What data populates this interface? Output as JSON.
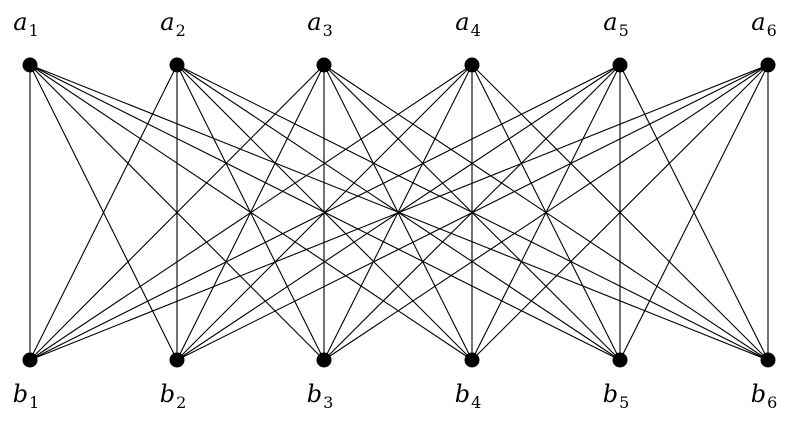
{
  "graph": {
    "top_nodes": [
      {
        "letter": "a",
        "index": "1"
      },
      {
        "letter": "a",
        "index": "2"
      },
      {
        "letter": "a",
        "index": "3"
      },
      {
        "letter": "a",
        "index": "4"
      },
      {
        "letter": "a",
        "index": "5"
      },
      {
        "letter": "a",
        "index": "6"
      }
    ],
    "bottom_nodes": [
      {
        "letter": "b",
        "index": "1"
      },
      {
        "letter": "b",
        "index": "2"
      },
      {
        "letter": "b",
        "index": "3"
      },
      {
        "letter": "b",
        "index": "4"
      },
      {
        "letter": "b",
        "index": "5"
      },
      {
        "letter": "b",
        "index": "6"
      }
    ],
    "edges": "complete-bipartite",
    "colors": {
      "node": "#000000",
      "edge": "#000000",
      "background": "#ffffff"
    }
  }
}
